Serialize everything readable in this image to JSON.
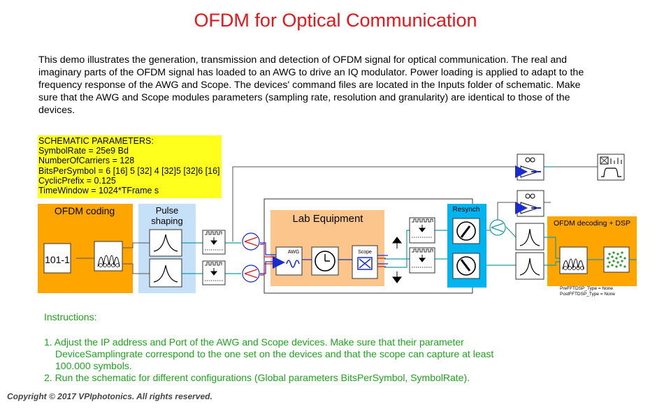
{
  "title": "OFDM for Optical Communication",
  "description": "This demo illustrates the generation, transmission and detection of OFDM signal for optical communication. The real and imaginary parts of the OFDM signal has loaded to an AWG to drive an IQ modulator. Power loading is applied to adapt to the frequency response of the AWG and Scope. The devices' command files are located in the Inputs folder of schematic. Make sure that the AWG and Scope modules parameters (sampling rate, resolution and granularity) are identical to those of the devices.",
  "schematic_parameters": {
    "header": "SCHEMATIC PARAMETERS:",
    "lines": [
      "SymbolRate = 25e9 Bd",
      "NumberOfCarriers = 128",
      "BitsPerSymbol = 6 [16] 5 [32] 4 [32]5 [32]6 [16]",
      "CyclicPrefix = 0.125",
      "TimeWindow = 1024*TFrame s"
    ]
  },
  "blocks": {
    "ofdm_coding": "OFDM coding",
    "pulse_shaping_1": "Pulse",
    "pulse_shaping_2": "shaping",
    "lab_equipment": "Lab Equipment",
    "resynch": "Resynch",
    "ofdm_decoding": "OFDM decoding + DSP",
    "bits_label": "101-1",
    "awg_label": "AWG",
    "scope_label": "Scope"
  },
  "decoder_params": {
    "line1": "PreFFTDSP_Type = None",
    "line2": "PostFFTDSP_Type = None"
  },
  "instructions": {
    "header": "Instructions:",
    "item1_l1": "1. Adjust the IP address and Port of the AWG and Scope devices. Make sure that their parameter",
    "item1_l2": "DeviceSamplingrate correspond to the one set on the devices and that the scope can capture at least",
    "item1_l3": "100.000 symbols.",
    "item2": "2. Run the schematic for different configurations (Global parameters BitsPerSymbol, SymbolRate)."
  },
  "copyright": "Copyright © 2017 VPIphotonics. All rights reserved.",
  "colors": {
    "title": "#e8141b",
    "params_bg": "#ffff1e",
    "orange": "#ffa500",
    "lab_orange": "#fcc58c",
    "pulse_blue": "#c6e0f8",
    "resynch_blue": "#00b4f0",
    "instructions": "#1ea31e",
    "wire_teal": "#1a9aa0"
  }
}
